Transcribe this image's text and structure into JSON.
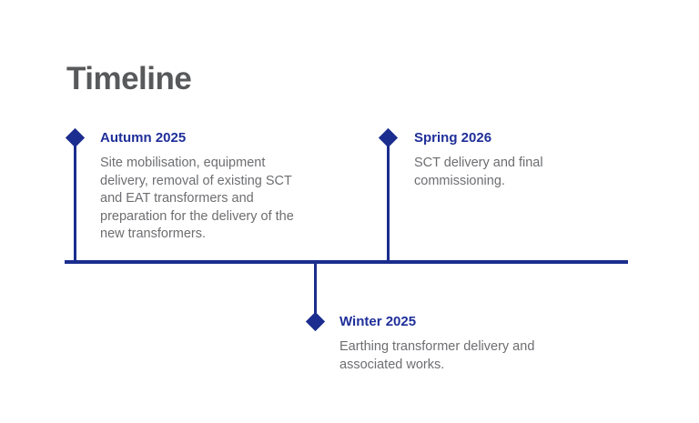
{
  "page": {
    "title": "Timeline"
  },
  "colors": {
    "page_bg": "#ffffff",
    "accent_blue": "#1b2d8e",
    "heading_blue": "#1f2f99",
    "body_gray": "#6d6e71",
    "title_gray": "#58595b"
  },
  "timeline": {
    "orientation": "horizontal",
    "milestones": [
      {
        "id": "autumn-2025",
        "label": "Autumn 2025",
        "description": "Site mobilisation, equipment delivery, removal of existing SCT and EAT transformers and preparation for the delivery of the new transformers.",
        "side": "above"
      },
      {
        "id": "spring-2026",
        "label": "Spring 2026",
        "description": "SCT delivery and final commissioning.",
        "side": "above"
      },
      {
        "id": "winter-2025",
        "label": "Winter 2025",
        "description": "Earthing transformer delivery and associated works.",
        "side": "below"
      }
    ]
  }
}
